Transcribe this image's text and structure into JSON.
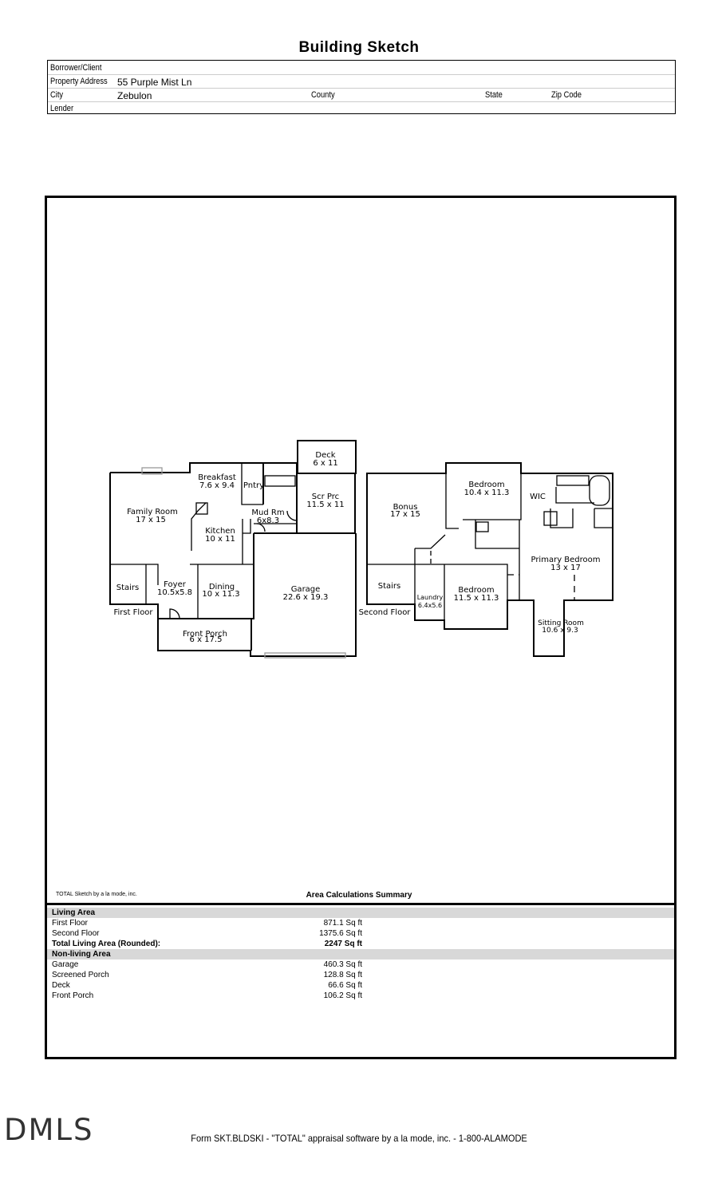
{
  "title": "Building Sketch",
  "info": {
    "borrower_label": "Borrower/Client",
    "address_label": "Property Address",
    "address_value": "55 Purple Mist Ln",
    "city_label": "City",
    "city_value": "Zebulon",
    "county_label": "County",
    "state_label": "State",
    "zip_label": "Zip Code",
    "lender_label": "Lender"
  },
  "sketch": {
    "first_floor_label": "First Floor",
    "second_floor_label": "Second Floor",
    "rooms": {
      "deck": [
        "Deck",
        "6 x 11"
      ],
      "breakfast": [
        "Breakfast",
        "7.6 x 9.4"
      ],
      "pntry": [
        "Pntry"
      ],
      "family": [
        "Family Room",
        "17 x 15"
      ],
      "mudrm": [
        "Mud Rm",
        "6x8.3"
      ],
      "scrprc": [
        "Scr Prc",
        "11.5 x 11"
      ],
      "kitchen": [
        "Kitchen",
        "10 x 11"
      ],
      "stairs1": [
        "Stairs"
      ],
      "foyer": [
        "Foyer",
        "10.5x5.8"
      ],
      "dining": [
        "Dining",
        "10 x 11.3"
      ],
      "garage": [
        "Garage",
        "22.6 x 19.3"
      ],
      "frontporch": [
        "Front Porch",
        "6 x 17.5"
      ],
      "bonus": [
        "Bonus",
        "17 x 15"
      ],
      "bedroom1": [
        "Bedroom",
        "10.4 x 11.3"
      ],
      "wic": [
        "WIC"
      ],
      "primary": [
        "Primary Bedroom",
        "13 x 17"
      ],
      "stairs2": [
        "Stairs"
      ],
      "laundry": [
        "Laundry",
        "6.4x5.6"
      ],
      "bedroom2": [
        "Bedroom",
        "11.5 x 11.3"
      ],
      "sitting": [
        "Sitting Room",
        "10.6 x 9.3"
      ]
    }
  },
  "total_sketch_note": "TOTAL Sketch by a la mode, inc.",
  "area_summary_title": "Area Calculations Summary",
  "area": {
    "living_header": "Living Area",
    "living": [
      {
        "name": "First Floor",
        "value": "871.1 Sq ft"
      },
      {
        "name": "Second Floor",
        "value": "1375.6 Sq ft"
      }
    ],
    "total": {
      "name": "Total Living Area (Rounded):",
      "value": "2247 Sq ft"
    },
    "nonliving_header": "Non-living Area",
    "nonliving": [
      {
        "name": "Garage",
        "value": "460.3 Sq ft"
      },
      {
        "name": "Screened Porch",
        "value": "128.8 Sq ft"
      },
      {
        "name": "Deck",
        "value": "66.6 Sq ft"
      },
      {
        "name": "Front Porch",
        "value": "106.2 Sq ft"
      }
    ]
  },
  "logo_text": "DMLS",
  "footer": "Form SKT.BLDSKI - \"TOTAL\" appraisal software by a la mode, inc. - 1-800-ALAMODE"
}
